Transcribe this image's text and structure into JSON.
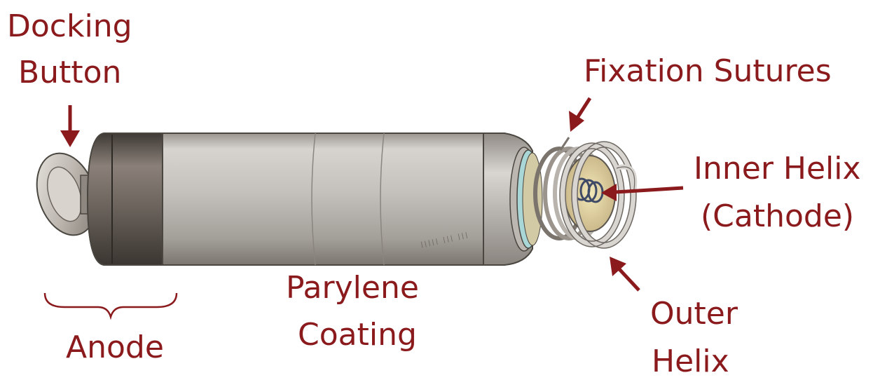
{
  "labels": {
    "docking_button": [
      "Docking",
      "Button"
    ],
    "fixation_sutures": "Fixation Sutures",
    "inner_helix": [
      "Inner Helix",
      "(Cathode)"
    ],
    "parylene_coating": [
      "Parylene",
      "Coating"
    ],
    "anode": "Anode",
    "outer_helix": [
      "Outer",
      "Helix"
    ]
  },
  "colors": {
    "label": "#8b1a1d",
    "arrow": "#8b1a1d",
    "body_dark": "#5d5751",
    "body_light": "#d3d0cc",
    "outline": "#4a4640"
  }
}
